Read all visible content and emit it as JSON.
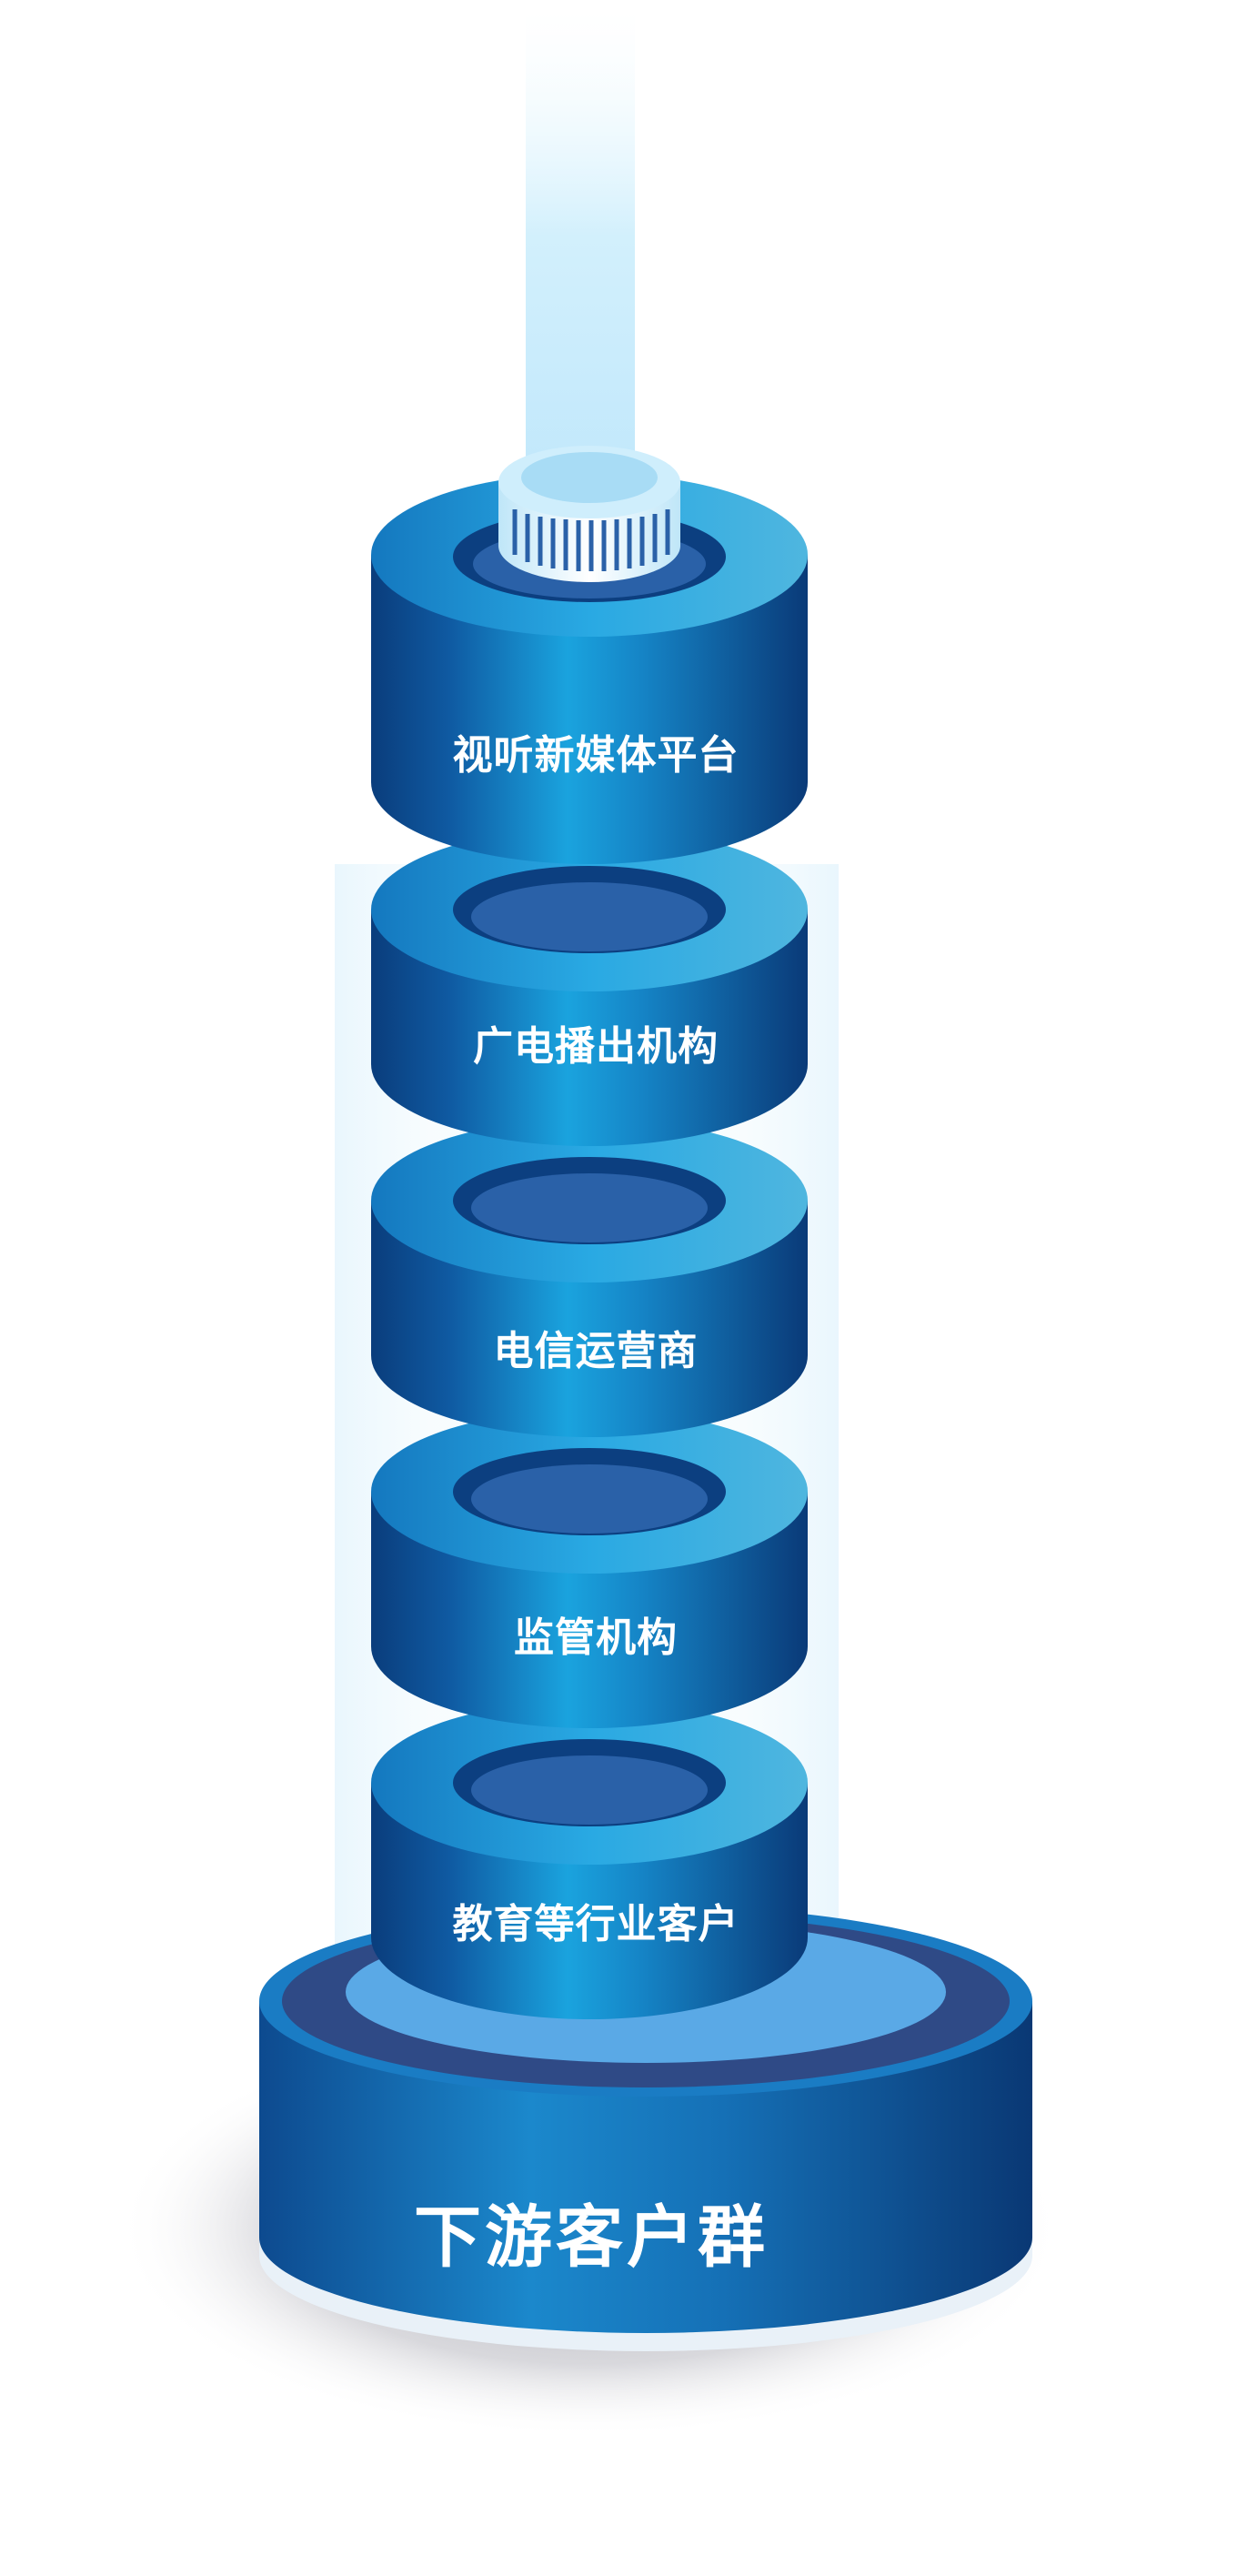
{
  "diagram": {
    "tiers": [
      {
        "label": "视听新媒体平台"
      },
      {
        "label": "广电播出机构"
      },
      {
        "label": "电信运营商"
      },
      {
        "label": "监管机构"
      },
      {
        "label": "教育等行业客户"
      }
    ],
    "base": {
      "label": "下游客户群"
    }
  },
  "colors": {
    "cylinder_dark": "#0b3f7e",
    "cylinder_mid": "#0d6db4",
    "cylinder_light": "#1aa0dc",
    "top_face": "#1e9ad6",
    "inner_ring": "#0a3a78",
    "glow": "#bfe6fa",
    "base_shadow": "#c9c9cf"
  }
}
